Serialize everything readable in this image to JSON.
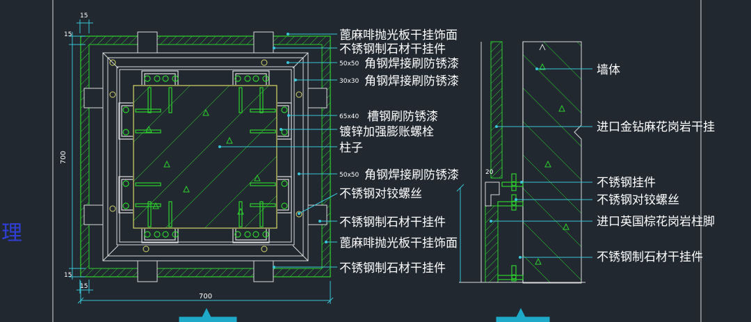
{
  "colors": {
    "background": "#212830",
    "frame": "#d9d9d9",
    "stone": "#2ed12e",
    "steel": "#dcdcdc",
    "column": "#d9d96a",
    "leader": "#39c6d8",
    "dimension": "#39c6d8",
    "text": "#ffffff",
    "margin_char": "#2f3fd6",
    "section_marker": "#1fa9c9"
  },
  "margin_char": "理",
  "plan": {
    "labels": [
      {
        "id": "plan-label-1",
        "prefix": "",
        "text": "蓖麻啡抛光板干挂饰面"
      },
      {
        "id": "plan-label-2",
        "prefix": "",
        "text": "不锈钢制石材干挂件"
      },
      {
        "id": "plan-label-3",
        "prefix": "50x50",
        "text": "角钢焊接刷防锈漆"
      },
      {
        "id": "plan-label-4",
        "prefix": "30x30",
        "text": "角钢焊接刷防锈漆"
      },
      {
        "id": "plan-label-5",
        "prefix": "65x40",
        "text": "槽钢刷防锈漆"
      },
      {
        "id": "plan-label-6",
        "prefix": "",
        "text": "镀锌加强膨账螺栓"
      },
      {
        "id": "plan-label-7",
        "prefix": "",
        "text": "柱子"
      },
      {
        "id": "plan-label-8",
        "prefix": "50x50",
        "text": "角钢焊接刷防锈漆"
      },
      {
        "id": "plan-label-9",
        "prefix": "",
        "text": "不锈钢对铰螺丝"
      },
      {
        "id": "plan-label-10",
        "prefix": "",
        "text": "不锈钢制石材干挂件"
      },
      {
        "id": "plan-label-11",
        "prefix": "",
        "text": "蓖麻啡抛光板干挂饰面"
      },
      {
        "id": "plan-label-12",
        "prefix": "",
        "text": "不锈钢制石材干挂件"
      }
    ],
    "dimensions": {
      "top_gap": "15",
      "left_gap_top": "15",
      "left_gap_bottom": "15",
      "bottom_gap": "15",
      "height": "700",
      "width": "700"
    }
  },
  "section": {
    "labels": [
      {
        "id": "section-label-1",
        "text": "墙体"
      },
      {
        "id": "section-label-2",
        "text": "进口金钻麻花岗岩干挂"
      },
      {
        "id": "section-label-3",
        "text": "不锈钢挂件"
      },
      {
        "id": "section-label-4",
        "text": "不锈钢对铰螺丝"
      },
      {
        "id": "section-label-5",
        "text": "进口英国棕花岗岩柱脚"
      },
      {
        "id": "section-label-6",
        "text": "不锈钢制石材干挂件"
      }
    ],
    "dimensions": {
      "joint": "20"
    }
  }
}
